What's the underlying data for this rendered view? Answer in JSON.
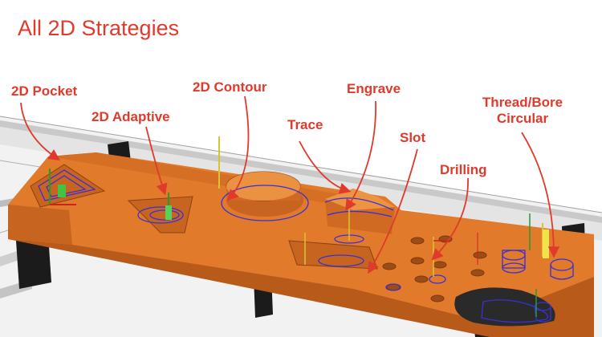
{
  "title": "All 2D Strategies",
  "labels": {
    "pocket": "2D Pocket",
    "adaptive": "2D Adaptive",
    "contour": "2D Contour",
    "engrave": "Engrave",
    "trace": "Trace",
    "slot": "Slot",
    "drilling": "Drilling",
    "thread_line1": "Thread/Bore",
    "thread_line2": "Circular"
  },
  "colors": {
    "label": "#e13a2b",
    "part": "#e27a2c",
    "part_dark": "#b85a1a",
    "toolpath": "#3a2fd6",
    "clamp": "#1b1b1b",
    "rail": "#d8d8d8"
  }
}
